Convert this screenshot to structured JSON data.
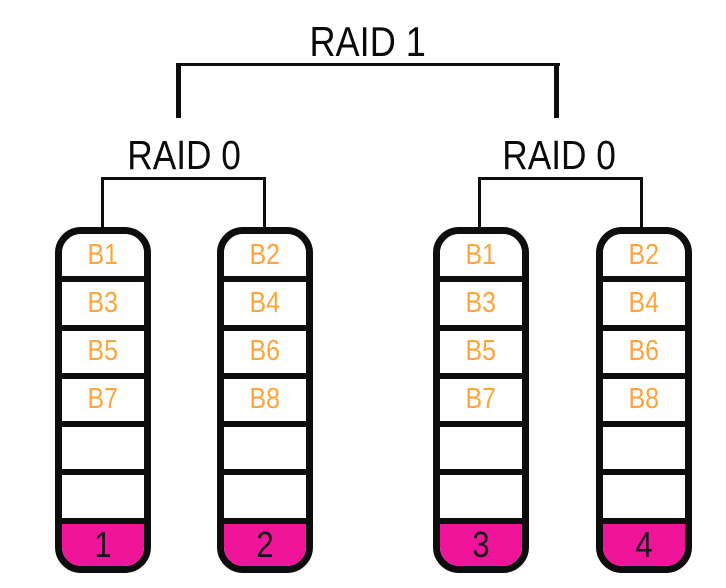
{
  "title": "RAID 1",
  "groups": {
    "left": {
      "label": "RAID 0"
    },
    "right": {
      "label": "RAID 0"
    }
  },
  "drives": [
    {
      "id": "1",
      "blocks": [
        "B1",
        "B3",
        "B5",
        "B7"
      ]
    },
    {
      "id": "2",
      "blocks": [
        "B2",
        "B4",
        "B6",
        "B8"
      ]
    },
    {
      "id": "3",
      "blocks": [
        "B1",
        "B3",
        "B5",
        "B7"
      ]
    },
    {
      "id": "4",
      "blocks": [
        "B2",
        "B4",
        "B6",
        "B8"
      ]
    }
  ],
  "empty_rows_per_drive": 2,
  "colors": {
    "line": "#0d0d0d",
    "block_text": "#FAA63C",
    "drive_id_fill": "#F0149B",
    "drive_id_text": "#161616",
    "background": "#ffffff"
  }
}
